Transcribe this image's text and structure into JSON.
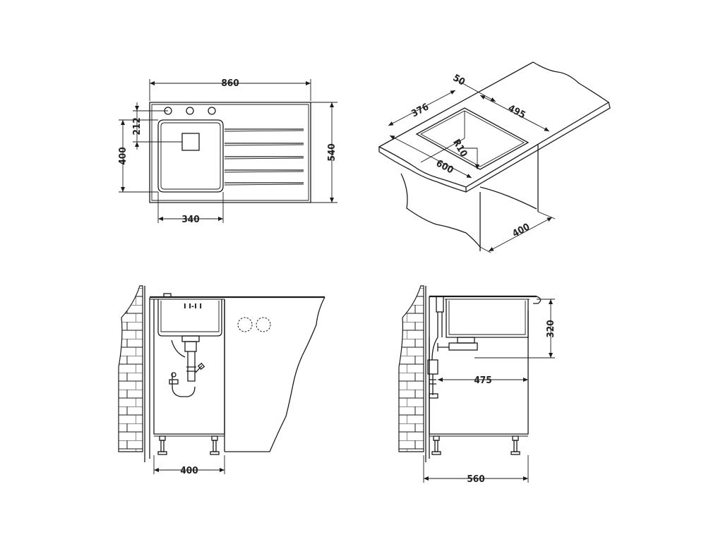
{
  "top_view": {
    "width_total": "860",
    "depth_total": "540",
    "bowl_depth": "400",
    "bowl_width": "340",
    "tap_offset": "212"
  },
  "iso_view": {
    "worktop_offset": "50",
    "bowl_width": "376",
    "bowl_depth": "495",
    "corner_radius": "R10",
    "cutout_width": "600",
    "cabinet_depth": "400"
  },
  "front_section": {
    "cabinet_width": "400"
  },
  "side_section": {
    "bowl_height": "320",
    "drain_depth": "475",
    "cabinet_depth": "560"
  }
}
